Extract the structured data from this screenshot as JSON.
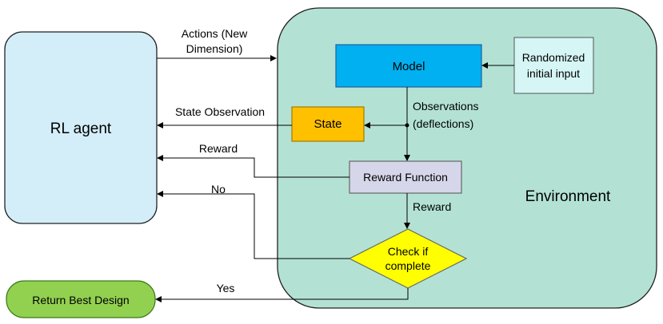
{
  "nodes": {
    "rl_agent": "RL agent",
    "environment": "Environment",
    "model": "Model",
    "randomized_input_line1": "Randomized",
    "randomized_input_line2": "initial input",
    "state": "State",
    "reward_function": "Reward Function",
    "check_line1": "Check if",
    "check_line2": "complete",
    "return_best": "Return Best Design"
  },
  "edges": {
    "actions_line1": "Actions (New",
    "actions_line2": "Dimension)",
    "state_observation": "State Observation",
    "observations_line1": "Observations",
    "observations_line2": "(deflections)",
    "reward_to_agent": "Reward",
    "reward_to_check": "Reward",
    "no": "No",
    "yes": "Yes"
  },
  "colors": {
    "rl_agent_fill": "#d4eef9",
    "environment_fill": "#b3e2d4",
    "model_fill": "#00b0f0",
    "randomized_fill": "#d6f5f5",
    "state_fill": "#ffc000",
    "reward_fn_fill": "#d6d6ea",
    "check_fill": "#ffff00",
    "return_fill": "#92d050"
  }
}
